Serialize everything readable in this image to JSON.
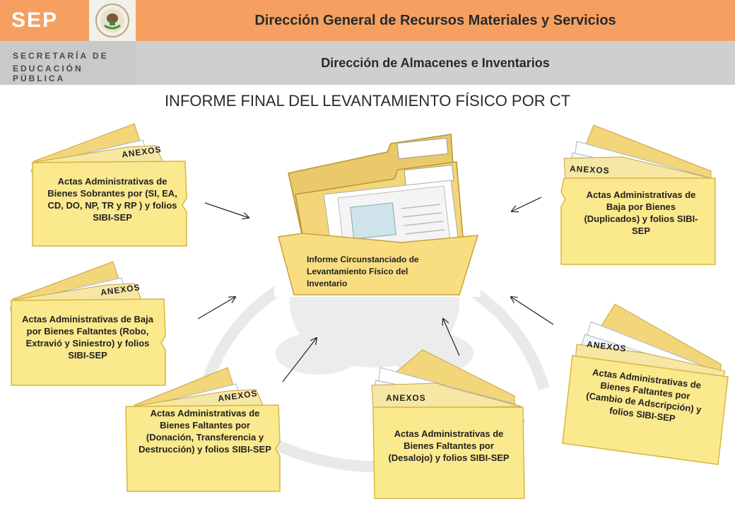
{
  "header": {
    "logo_sep": "SEP",
    "logo_line1": "SECRETARÍA DE",
    "logo_line2": "EDUCACIÓN PÚBLICA",
    "title": "Dirección General de Recursos Materiales y Servicios",
    "subtitle": "Dirección de Almacenes e Inventarios"
  },
  "heading": "INFORME FINAL DEL LEVANTAMIENTO FÍSICO POR CT",
  "center": {
    "label": "Informe Circunstanciado de Levantamiento Físico del Inventario"
  },
  "folders": [
    {
      "tab": "ANEXOS",
      "label": "Actas Administrativas de Bienes Sobrantes por (SI, EA, CD, DO, NP, TR y RP ) y folios SIBI-SEP"
    },
    {
      "tab": "ANEXOS",
      "label": "Actas Administrativas de Baja por Bienes Faltantes (Robo, Extravió y Siniestro) y folios SIBI-SEP"
    },
    {
      "tab": "ANEXOS",
      "label": "Actas Administrativas de Bienes Faltantes por (Donación, Transferencia y Destrucción) y folios SIBI-SEP"
    },
    {
      "tab": "ANEXOS",
      "label": "Actas Administrativas de Bienes Faltantes por (Desalojo) y folios SIBI-SEP"
    },
    {
      "tab": "ANEXOS",
      "label": "Actas Administrativas de Bienes Faltantes por (Cambio de Adscripción) y folios SIBI-SEP"
    },
    {
      "tab": "ANEXOS",
      "label": "Actas Administrativas de Baja por Bienes (Duplicados) y folios SIBI-SEP"
    }
  ],
  "colors": {
    "header_orange": "#f5a061",
    "header_gray": "#cfcfcf",
    "folder_yellow": "#fbe98d",
    "folder_edge": "#d8b640"
  }
}
